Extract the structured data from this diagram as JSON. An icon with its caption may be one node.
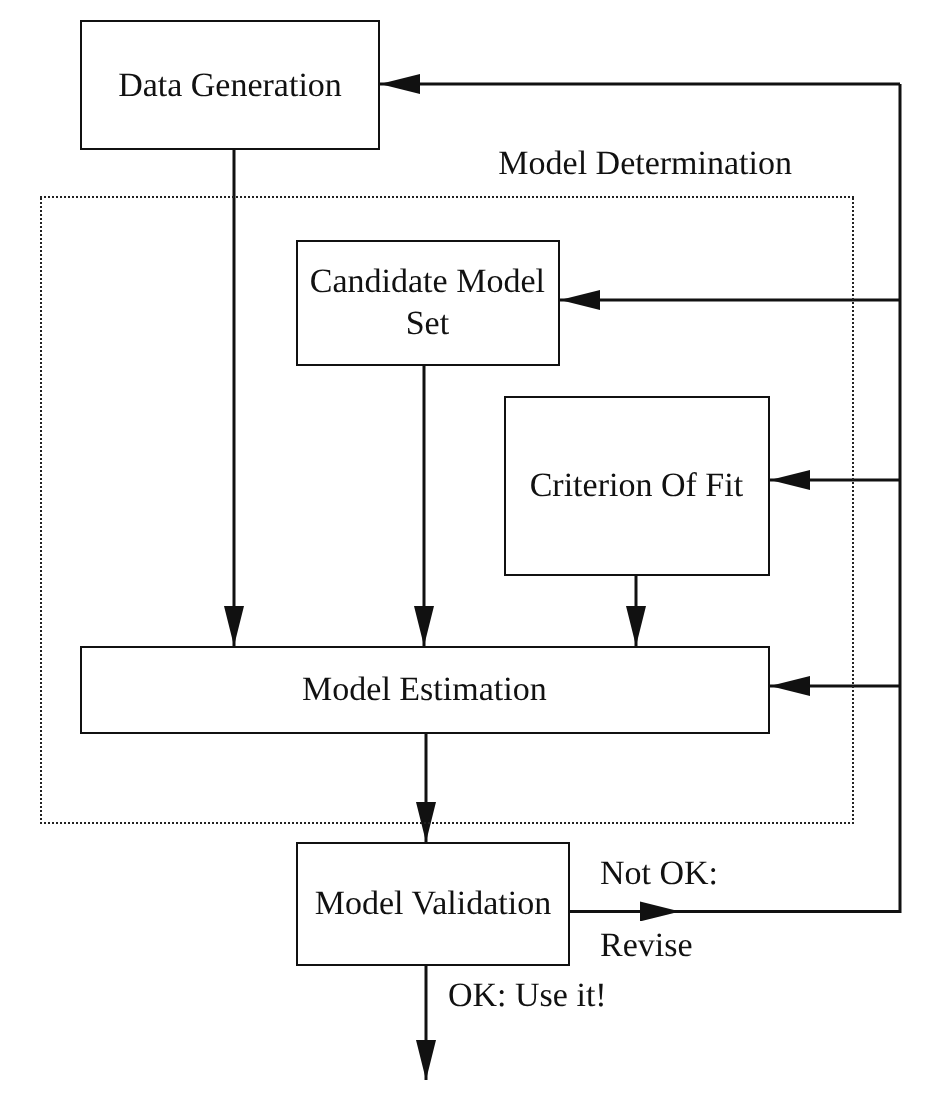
{
  "diagram": {
    "nodes": [
      {
        "text": [
          "Data Generation"
        ]
      },
      {
        "text": [
          "Model Determination"
        ]
      },
      {
        "text": [
          "Candidate Model Set"
        ],
        "in": 1
      },
      {
        "text": [
          "Criterion Of Fit"
        ],
        "in": 1
      },
      {
        "text": [
          "Model Estimation"
        ],
        "in": 1
      },
      {
        "text": [
          "Model Validation"
        ]
      }
    ],
    "edges": [
      {
        "from": 0,
        "to": 4,
        "arrow": "to"
      },
      {
        "from": 2,
        "to": 4,
        "arrow": "to"
      },
      {
        "from": 3,
        "to": 4,
        "arrow": "to"
      },
      {
        "from": 4,
        "to": 5,
        "arrow": "to"
      },
      {
        "from": 5,
        "to": null,
        "arrow": "to",
        "label": "OK: Use it!"
      },
      {
        "from": 5,
        "to": 0,
        "arrow": "to",
        "label": "Not OK: Revise"
      },
      {
        "from": 5,
        "to": 2,
        "arrow": "to"
      },
      {
        "from": 5,
        "to": 3,
        "arrow": "to"
      },
      {
        "from": 5,
        "to": 4,
        "arrow": "to"
      }
    ]
  }
}
